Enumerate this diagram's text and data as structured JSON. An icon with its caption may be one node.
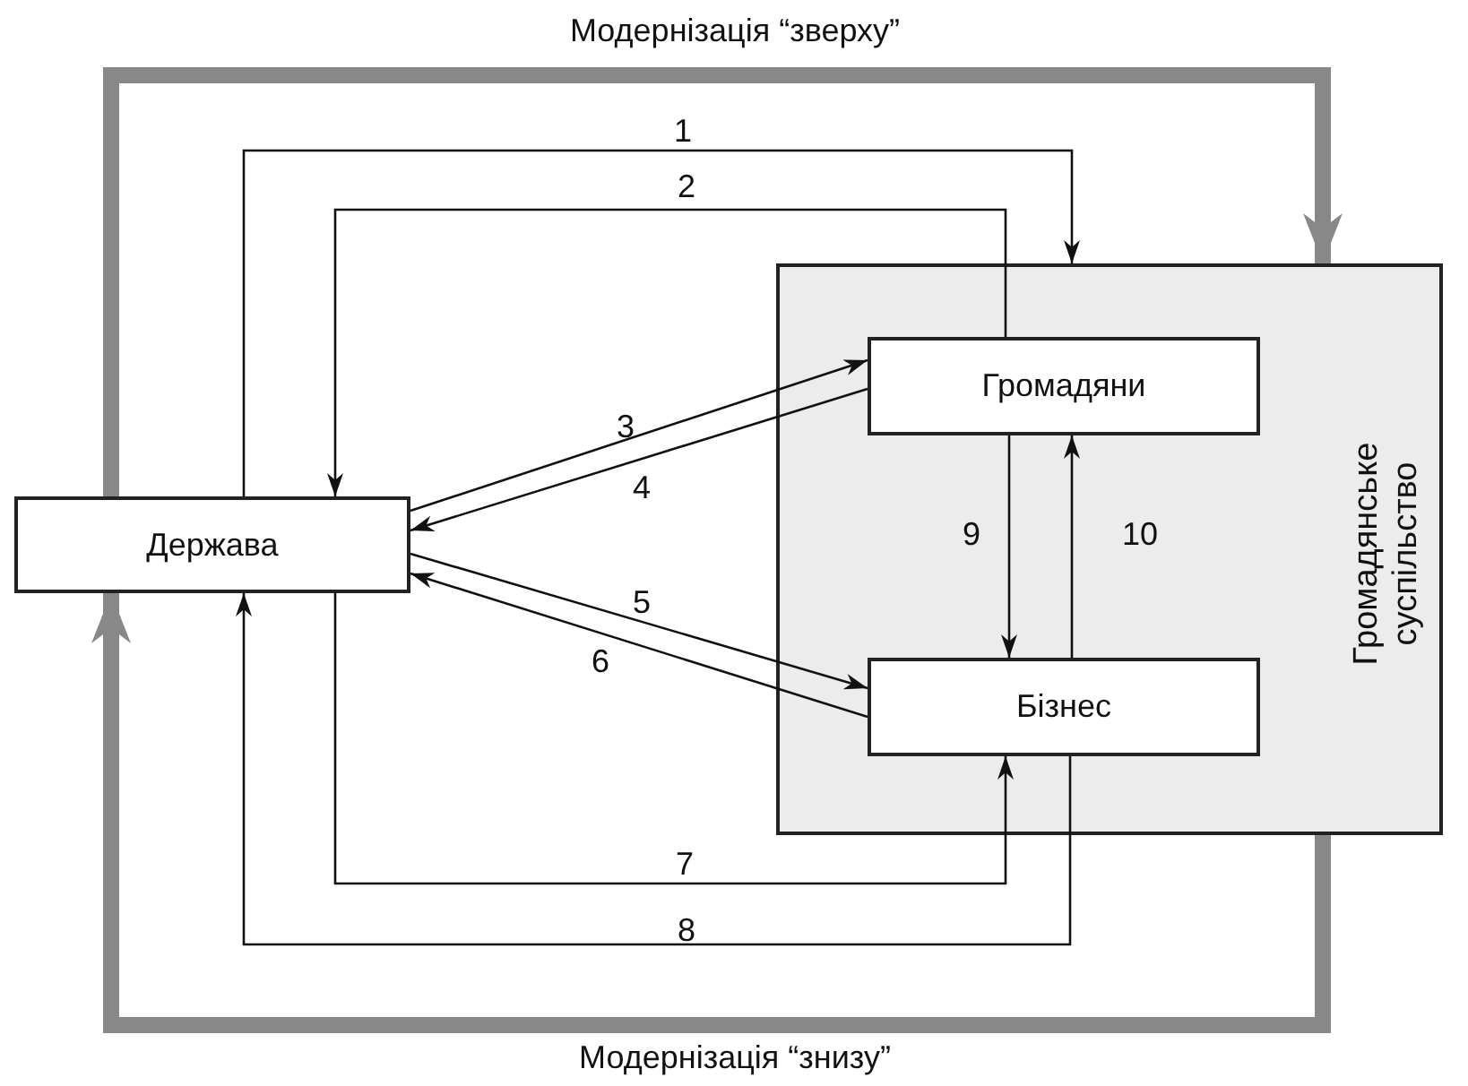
{
  "diagram": {
    "nodes": [
      {
        "text": [
          "Громадянське суспільство"
        ]
      },
      {
        "text": [
          "Держава"
        ]
      },
      {
        "text": [
          "Громадяни"
        ],
        "in": 0
      },
      {
        "text": [
          "Бізнес"
        ],
        "in": 0
      }
    ],
    "edges": [
      {
        "from": 1,
        "to": 0,
        "arrow": "to",
        "label": "1"
      },
      {
        "from": 2,
        "to": 1,
        "arrow": "to",
        "label": "2"
      },
      {
        "from": 1,
        "to": 2,
        "arrow": "to",
        "label": "3"
      },
      {
        "from": 2,
        "to": 1,
        "arrow": "to",
        "label": "4"
      },
      {
        "from": 1,
        "to": 3,
        "arrow": "to",
        "label": "5"
      },
      {
        "from": 3,
        "to": 1,
        "arrow": "to",
        "label": "6"
      },
      {
        "from": 1,
        "to": 3,
        "arrow": "to",
        "label": "7"
      },
      {
        "from": 3,
        "to": 1,
        "arrow": "to",
        "label": "8"
      },
      {
        "from": 2,
        "to": 3,
        "arrow": "to",
        "label": "9"
      },
      {
        "from": 3,
        "to": 2,
        "arrow": "to",
        "label": "10"
      },
      {
        "from": 1,
        "to": 0,
        "arrow": "to",
        "label": "Модернізація “зверху”",
        "style": "thick",
        "color": "#888888"
      },
      {
        "from": 0,
        "to": 1,
        "arrow": "to",
        "label": "Модернізація “знизу”",
        "style": "thick",
        "color": "#888888"
      }
    ]
  }
}
